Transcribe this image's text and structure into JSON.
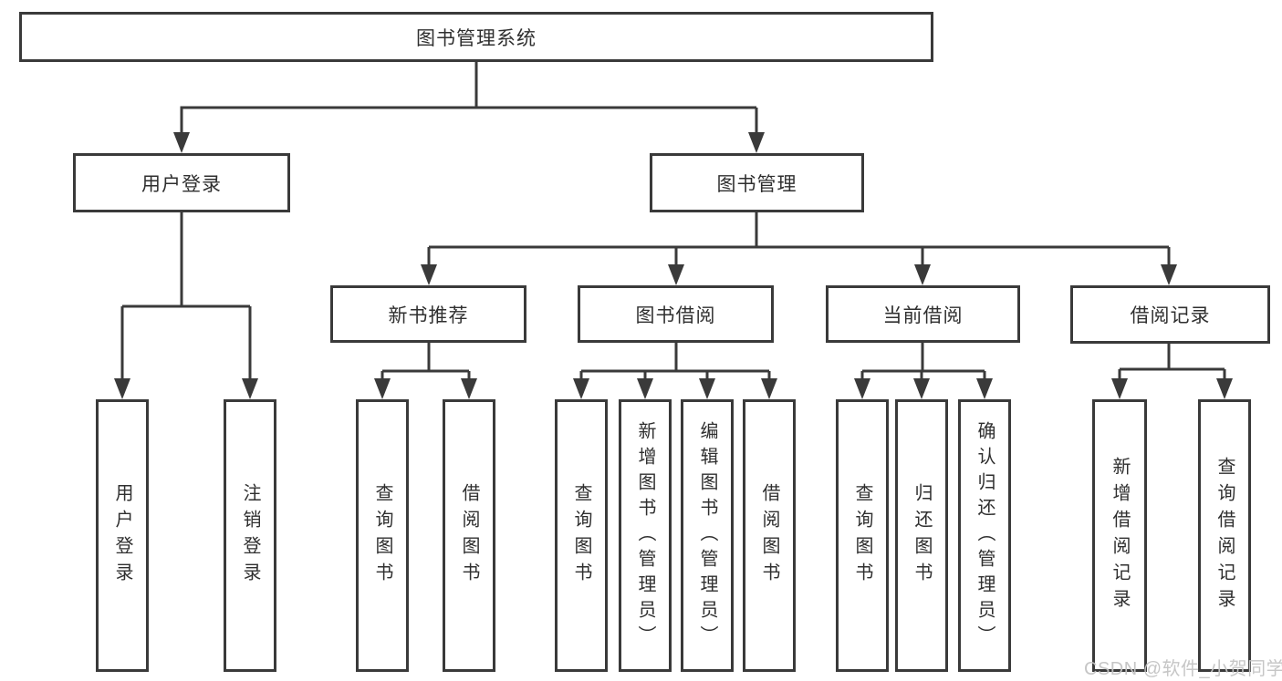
{
  "tree": {
    "root": {
      "label": "图书管理系统"
    },
    "branches": [
      {
        "label": "用户登录",
        "children": [
          {
            "label": "用户登录"
          },
          {
            "label": "注销登录"
          }
        ]
      },
      {
        "label": "图书管理",
        "children": [
          {
            "label": "新书推荐",
            "children": [
              {
                "label": "查询图书"
              },
              {
                "label": "借阅图书"
              }
            ]
          },
          {
            "label": "图书借阅",
            "children": [
              {
                "label": "查询图书"
              },
              {
                "label": "新增图书（管理员）"
              },
              {
                "label": "编辑图书（管理员）"
              },
              {
                "label": "借阅图书"
              }
            ]
          },
          {
            "label": "当前借阅",
            "children": [
              {
                "label": "查询图书"
              },
              {
                "label": "归还图书"
              },
              {
                "label": "确认归还（管理员）"
              }
            ]
          },
          {
            "label": "借阅记录",
            "children": [
              {
                "label": "新增借阅记录"
              },
              {
                "label": "查询借阅记录"
              }
            ]
          }
        ]
      }
    ]
  },
  "watermark": {
    "text": "CSDN @软件_小贺同学"
  },
  "colors": {
    "line": "#3a3a3a",
    "text": "#2f2f2f",
    "watermark": "#c3c3c3",
    "background": "#ffffff"
  }
}
